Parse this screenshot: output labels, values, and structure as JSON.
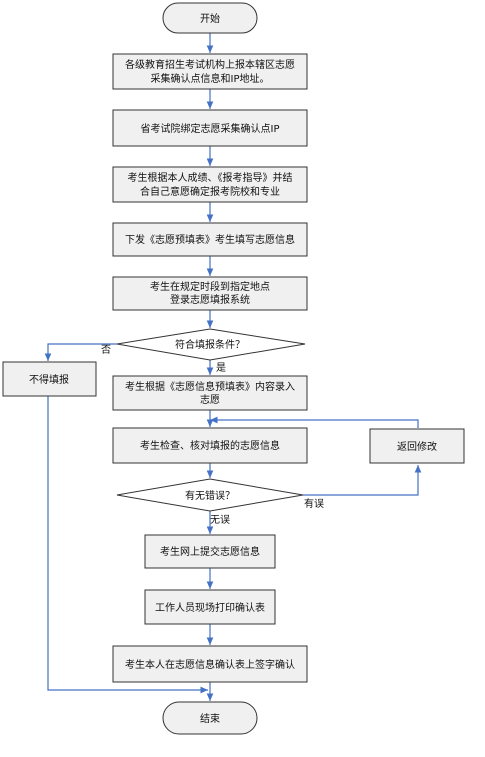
{
  "nodes": {
    "start": "开始",
    "step1_line1": "各级教育招生考试机构上报本辖区志愿",
    "step1_line2": "采集确认点信息和IP地址。",
    "step2": "省考试院绑定志愿采集确认点IP",
    "step3_line1": "考生根据本人成绩、《报考指导》并结",
    "step3_line2": "合自己意愿确定报考院校和专业",
    "step4": "下发《志愿预填表》考生填写志愿信息",
    "step5_line1": "考生在规定时段到指定地点",
    "step5_line2": "登录志愿填报系统",
    "decision1": "符合填报条件？",
    "reject": "不得填报",
    "step6_line1": "考生根据《志愿信息预填表》内容录入",
    "step6_line2": "志愿",
    "step7": "考生检查、核对填报的志愿信息",
    "revise": "返回修改",
    "decision2": "有无错误？",
    "step8": "考生网上提交志愿信息",
    "step9": "工作人员现场打印确认表",
    "step10": "考生本人在志愿信息确认表上签字确认",
    "end": "结束"
  },
  "edge_labels": {
    "no": "否",
    "yes": "是",
    "has_error": "有误",
    "no_error": "无误"
  },
  "colors": {
    "arrow": "#4472c4",
    "box_fill": "#f0f0f0",
    "border": "#333333"
  }
}
